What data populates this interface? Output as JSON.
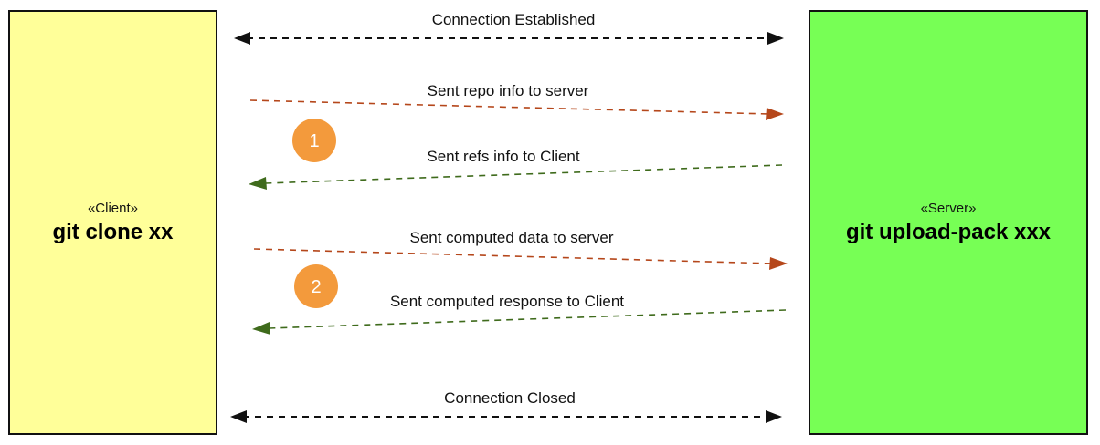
{
  "client": {
    "stereotype": "«Client»",
    "title": "git clone xx",
    "fill": "#ffff99"
  },
  "server": {
    "stereotype": "«Server»",
    "title": "git upload-pack xxx",
    "fill": "#77ff55"
  },
  "colors": {
    "black": "#111111",
    "request": "#b5471b",
    "response": "#3f6b1c",
    "badge": "#f39a3c"
  },
  "messages": [
    {
      "label": "Connection Established",
      "direction": "both",
      "color": "black"
    },
    {
      "label": "Sent repo info to server",
      "direction": "to-server",
      "color": "request"
    },
    {
      "label": "Sent refs info to Client",
      "direction": "to-client",
      "color": "response"
    },
    {
      "label": "Sent computed data to server",
      "direction": "to-server",
      "color": "request"
    },
    {
      "label": "Sent computed response to Client",
      "direction": "to-client",
      "color": "response"
    },
    {
      "label": "Connection Closed",
      "direction": "both",
      "color": "black"
    }
  ],
  "badges": [
    "1",
    "2"
  ]
}
